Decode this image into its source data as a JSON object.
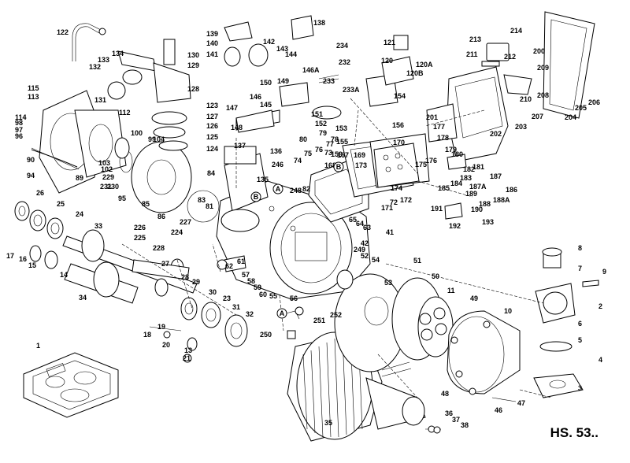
{
  "diagram": {
    "model_label": "HS. 53..",
    "part_numbers": [
      "1",
      "2",
      "3",
      "4",
      "5",
      "6",
      "7",
      "8",
      "9",
      "10",
      "11",
      "13",
      "14",
      "15",
      "16",
      "17",
      "18",
      "19",
      "20",
      "21",
      "23",
      "24",
      "25",
      "26",
      "27",
      "28",
      "29",
      "30",
      "31",
      "32",
      "33",
      "34",
      "35",
      "36",
      "37",
      "38",
      "41",
      "42",
      "46",
      "47",
      "48",
      "49",
      "50",
      "51",
      "52",
      "53",
      "54",
      "55",
      "56",
      "57",
      "58",
      "59",
      "60",
      "61",
      "62",
      "63",
      "64",
      "65",
      "72",
      "73",
      "74",
      "75",
      "76",
      "77",
      "78",
      "79",
      "80",
      "81",
      "82",
      "83",
      "84",
      "85",
      "86",
      "89",
      "90",
      "94",
      "95",
      "96",
      "97",
      "98",
      "99",
      "100",
      "102",
      "103",
      "104",
      "112",
      "113",
      "114",
      "115",
      "120",
      "120A",
      "120B",
      "121",
      "122",
      "123",
      "124",
      "125",
      "126",
      "127",
      "128",
      "129",
      "130",
      "131",
      "132",
      "133",
      "134",
      "135",
      "136",
      "137",
      "138",
      "139",
      "140",
      "141",
      "142",
      "143",
      "144",
      "145",
      "146",
      "146A",
      "147",
      "148",
      "149",
      "150",
      "151",
      "152",
      "153",
      "154",
      "155",
      "156",
      "159",
      "167",
      "168",
      "169",
      "170",
      "171",
      "172",
      "173",
      "174",
      "175",
      "176",
      "177",
      "178",
      "179",
      "180",
      "181",
      "182",
      "183",
      "184",
      "185",
      "186",
      "187",
      "187A",
      "188",
      "188A",
      "189",
      "190",
      "191",
      "192",
      "193",
      "200",
      "201",
      "202",
      "203",
      "204",
      "205",
      "206",
      "207",
      "208",
      "209",
      "210",
      "211",
      "212",
      "213",
      "214",
      "224",
      "225",
      "226",
      "227",
      "228",
      "229",
      "230",
      "231",
      "232",
      "233",
      "233A",
      "234",
      "246",
      "248",
      "249",
      "250",
      "251",
      "252"
    ],
    "symbols": [
      "A",
      "B"
    ],
    "icons": [
      "compressor-body",
      "motor-stator",
      "crankshaft",
      "oil-pump",
      "solenoid-valve",
      "terminal-box",
      "discharge-valve"
    ]
  }
}
